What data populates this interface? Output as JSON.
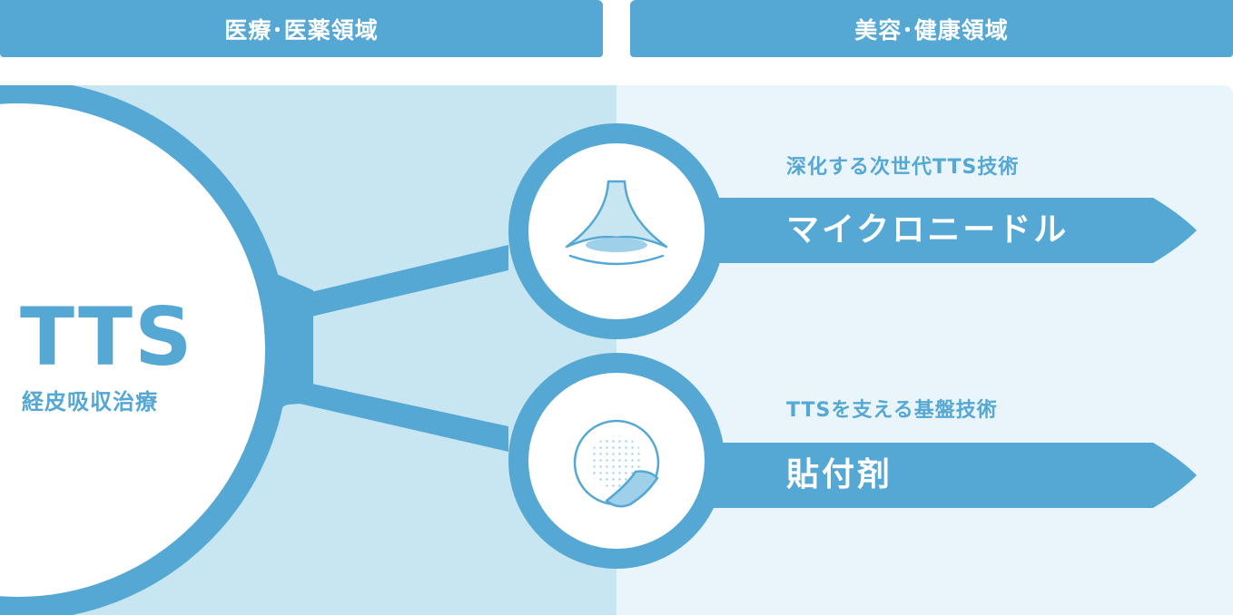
{
  "headers": {
    "medical": "医療･医薬領域",
    "beauty": "美容･健康領域"
  },
  "center": {
    "title": "TTS",
    "subtitle": "経皮吸収治療"
  },
  "branches": [
    {
      "caption": "深化する次世代TTS技術",
      "label": "マイクロニードル",
      "icon": "microneedle-icon"
    },
    {
      "caption": "TTSを支える基盤技術",
      "label": "貼付剤",
      "icon": "patch-icon"
    }
  ],
  "colors": {
    "accent": "#55a7d4",
    "medical_bg": "#c7e6f2",
    "beauty_bg": "#e9f5fb",
    "white": "#ffffff"
  }
}
